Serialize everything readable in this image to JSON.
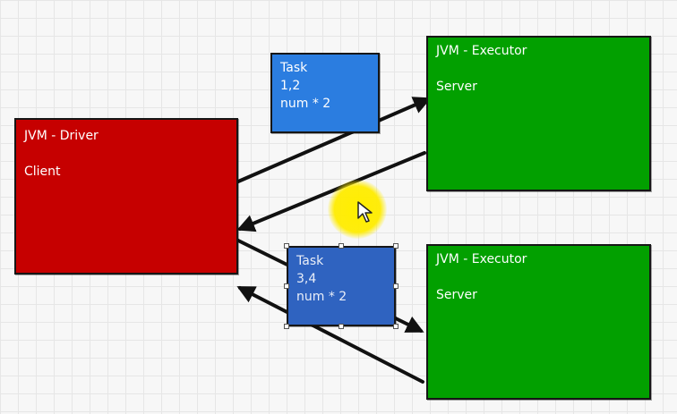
{
  "driver": {
    "title": "JVM - Driver",
    "role": "Client",
    "color": "#c60000"
  },
  "executors": [
    {
      "title": "JVM - Executor",
      "role": "Server",
      "color": "#02a000"
    },
    {
      "title": "JVM - Executor",
      "role": "Server",
      "color": "#02a000"
    }
  ],
  "tasks": [
    {
      "title": "Task",
      "data": "1,2",
      "op": "num * 2",
      "color": "#2b7de0"
    },
    {
      "title": "Task",
      "data": "3,4",
      "op": "num * 2",
      "color": "#2f63c0",
      "selected": true
    }
  ],
  "icons": {
    "cursor": "mouse-pointer-icon",
    "highlight": "cursor-highlight-circle"
  }
}
